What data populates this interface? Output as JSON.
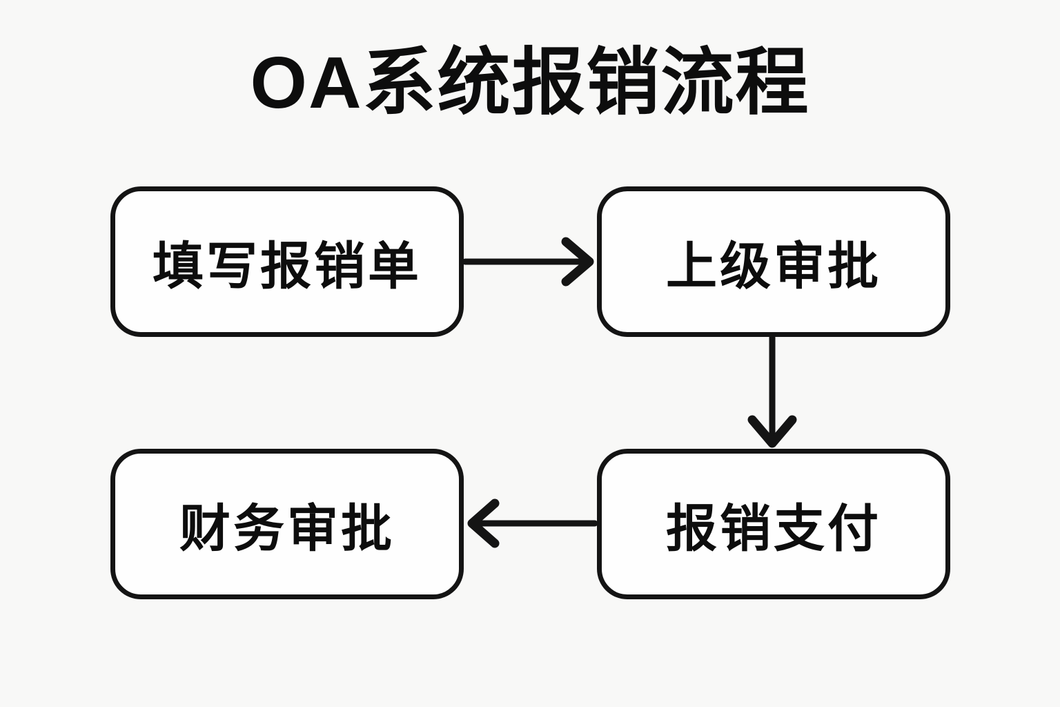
{
  "title": "OA系统报销流程",
  "flowchart": {
    "nodes": [
      {
        "id": "fill-form",
        "label": "填写报销单",
        "position": "top-left"
      },
      {
        "id": "manager-approval",
        "label": "上级审批",
        "position": "top-right"
      },
      {
        "id": "payment",
        "label": "报销支付",
        "position": "bottom-right"
      },
      {
        "id": "finance-approval",
        "label": "财务审批",
        "position": "bottom-left"
      }
    ],
    "edges": [
      {
        "from": "填写报销单",
        "to": "上级审批",
        "direction": "right"
      },
      {
        "from": "上级审批",
        "to": "报销支付",
        "direction": "down"
      },
      {
        "from": "报销支付",
        "to": "财务审批",
        "direction": "left"
      }
    ]
  },
  "colors": {
    "background": "#f8f8f7",
    "node_fill": "#fefefe",
    "stroke": "#141414",
    "text": "#0d0d0d"
  }
}
